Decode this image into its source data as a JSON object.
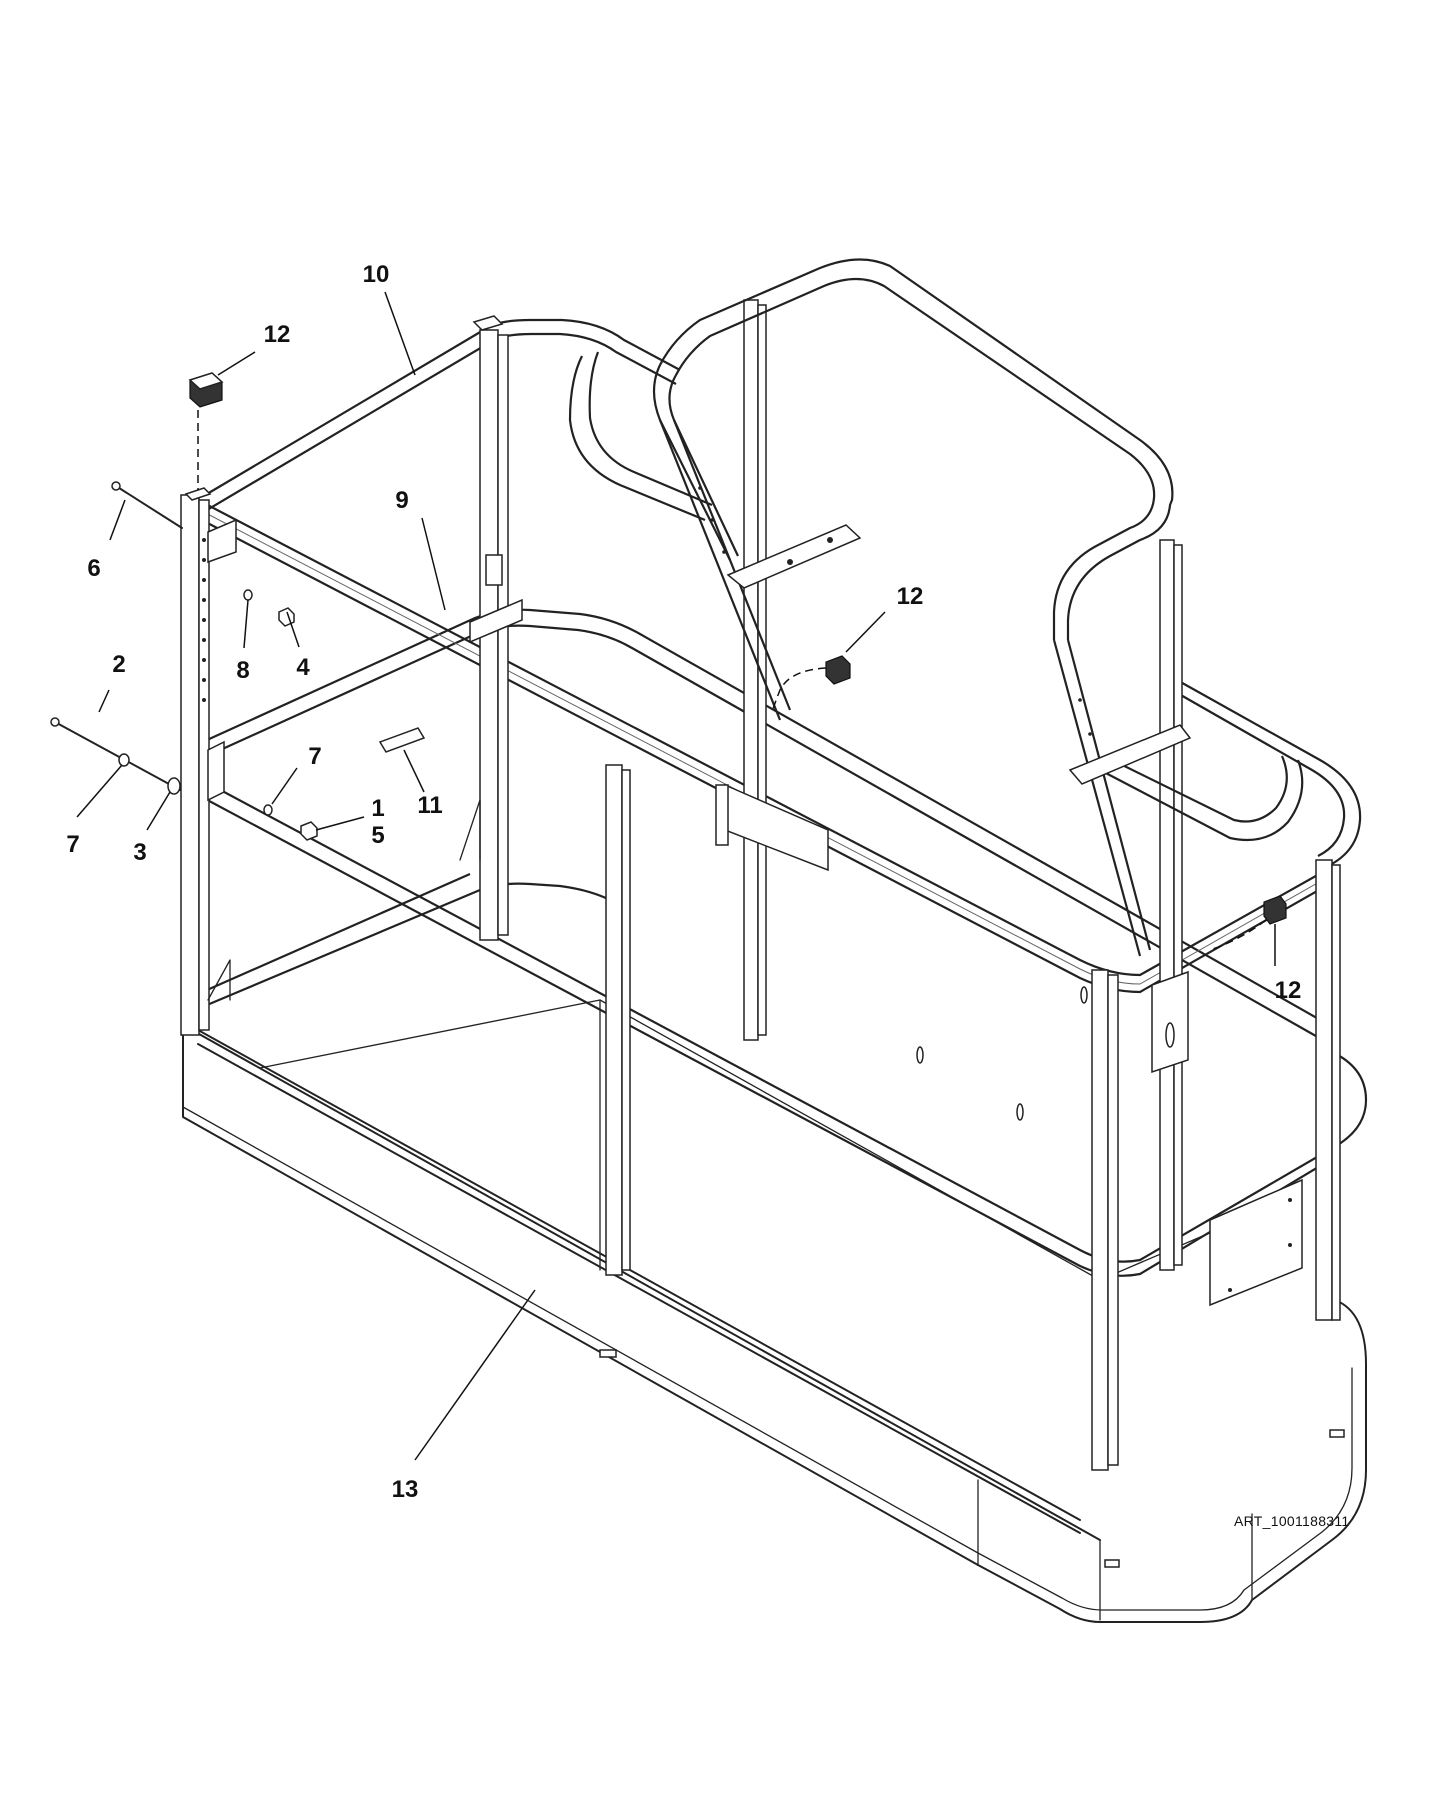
{
  "drawing": {
    "art_id": "ART_1001188311",
    "callouts": [
      {
        "id": "c10",
        "label": "10"
      },
      {
        "id": "c12a",
        "label": "12"
      },
      {
        "id": "c9",
        "label": "9"
      },
      {
        "id": "c6",
        "label": "6"
      },
      {
        "id": "c12b",
        "label": "12"
      },
      {
        "id": "c8",
        "label": "8"
      },
      {
        "id": "c4",
        "label": "4"
      },
      {
        "id": "c2",
        "label": "2"
      },
      {
        "id": "c7a",
        "label": "7"
      },
      {
        "id": "c11",
        "label": "11"
      },
      {
        "id": "c7b",
        "label": "7"
      },
      {
        "id": "c1",
        "label": "1"
      },
      {
        "id": "c5",
        "label": "5"
      },
      {
        "id": "c3",
        "label": "3"
      },
      {
        "id": "c12c",
        "label": "12"
      },
      {
        "id": "c13",
        "label": "13"
      }
    ]
  }
}
